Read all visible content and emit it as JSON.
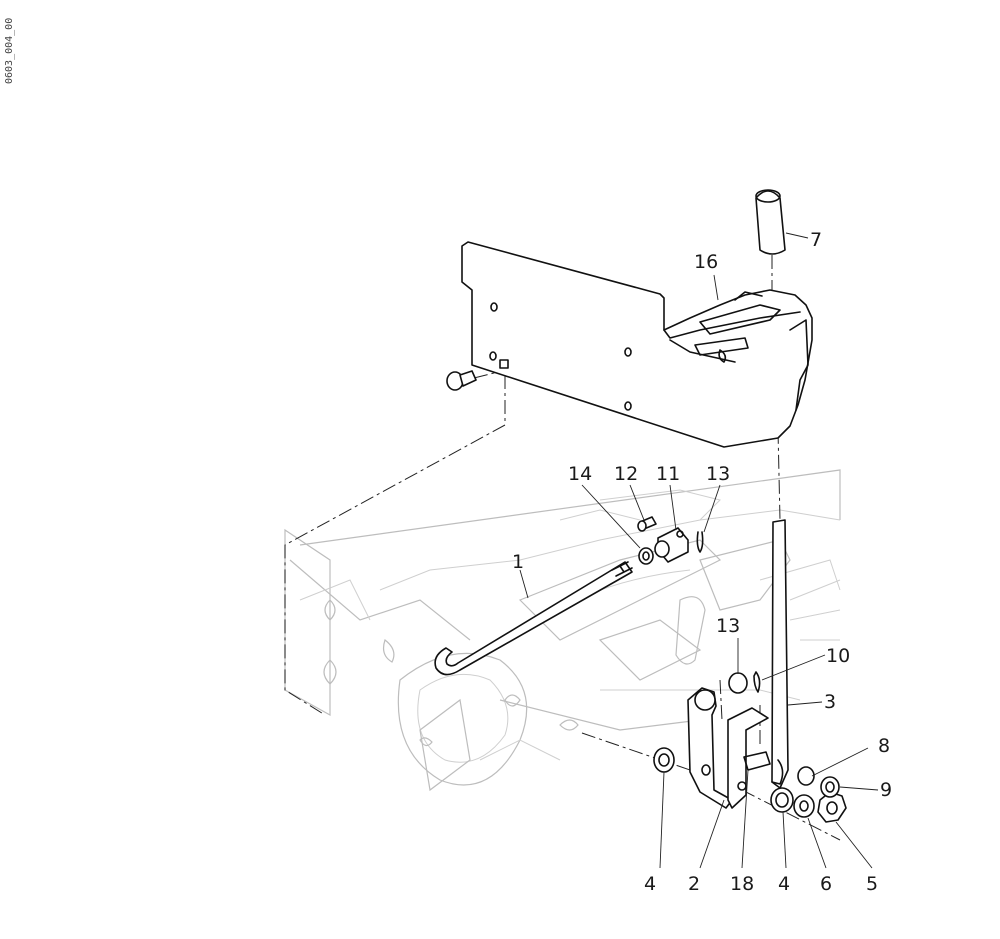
{
  "doc_id": "0603_004_00",
  "callouts": {
    "c1": "1",
    "c2": "2",
    "c3": "3",
    "c4a": "4",
    "c4b": "4",
    "c5": "5",
    "c6": "6",
    "c7": "7",
    "c8": "8",
    "c9": "9",
    "c10": "10",
    "c11": "11",
    "c12": "12",
    "c13a": "13",
    "c13b": "13",
    "c14": "14",
    "c16": "16",
    "c18": "18"
  }
}
